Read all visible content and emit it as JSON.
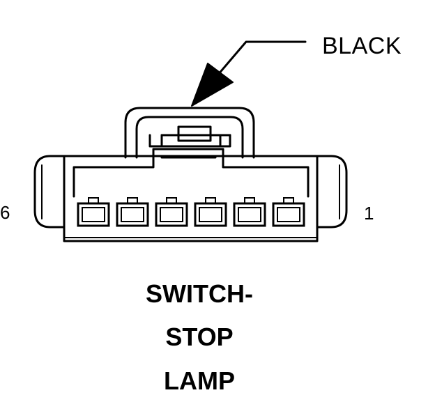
{
  "connector": {
    "wire_color_label": "BLACK",
    "pin_left_label": "6",
    "pin_right_label": "1",
    "cavity_count": 6,
    "name_lines": [
      "SWITCH-",
      "STOP",
      "LAMP"
    ]
  },
  "colors": {
    "ink": "#000000",
    "background": "#ffffff"
  }
}
